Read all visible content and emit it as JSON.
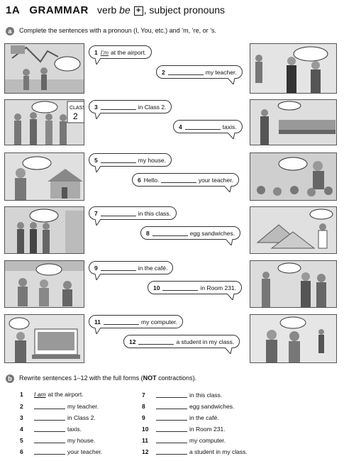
{
  "header": {
    "unit": "1A",
    "section": "GRAMMAR",
    "topic_pre": "verb ",
    "topic_verb": "be",
    "topic_symbol": "+",
    "topic_post": ", subject pronouns"
  },
  "exercise_a": {
    "letter": "a",
    "instruction": "Complete the sentences with a pronoun (I, You, etc.) and ’m, ’re, or ’s.",
    "items": [
      {
        "n": "1",
        "answer": "I’m",
        "text": "at the airport."
      },
      {
        "n": "2",
        "answer": "",
        "text": "my teacher."
      },
      {
        "n": "3",
        "answer": "",
        "text": "in Class 2."
      },
      {
        "n": "4",
        "answer": "",
        "text": "taxis."
      },
      {
        "n": "5",
        "answer": "",
        "text": "my house."
      },
      {
        "n": "6",
        "pre": "Hello.",
        "answer": "",
        "text": "your teacher."
      },
      {
        "n": "7",
        "answer": "",
        "text": "in this class."
      },
      {
        "n": "8",
        "answer": "",
        "text": "egg sandwiches."
      },
      {
        "n": "9",
        "answer": "",
        "text": "in the café."
      },
      {
        "n": "10",
        "answer": "",
        "text": "in Room 231."
      },
      {
        "n": "11",
        "answer": "",
        "text": "my computer."
      },
      {
        "n": "12",
        "answer": "",
        "text": "a student in my class."
      }
    ]
  },
  "exercise_b": {
    "letter": "b",
    "instruction_pre": "Rewrite sentences 1–12 with the full forms (",
    "instruction_bold": "NOT",
    "instruction_post": " contractions).",
    "items": [
      {
        "n": "1",
        "answer": "I am",
        "text": "at the airport."
      },
      {
        "n": "2",
        "answer": "",
        "text": "my teacher."
      },
      {
        "n": "3",
        "answer": "",
        "text": "in Class 2."
      },
      {
        "n": "4",
        "answer": "",
        "text": "taxis."
      },
      {
        "n": "5",
        "answer": "",
        "text": "my house."
      },
      {
        "n": "6",
        "answer": "",
        "text": "your teacher."
      },
      {
        "n": "7",
        "answer": "",
        "text": "in this class."
      },
      {
        "n": "8",
        "answer": "",
        "text": "egg sandwiches."
      },
      {
        "n": "9",
        "answer": "",
        "text": "in the café."
      },
      {
        "n": "10",
        "answer": "",
        "text": "in Room 231."
      },
      {
        "n": "11",
        "answer": "",
        "text": "my computer."
      },
      {
        "n": "12",
        "answer": "",
        "text": "a student in my class."
      }
    ]
  },
  "pictures": {
    "sign_class": "CLASS",
    "sign_class_num": "2"
  }
}
